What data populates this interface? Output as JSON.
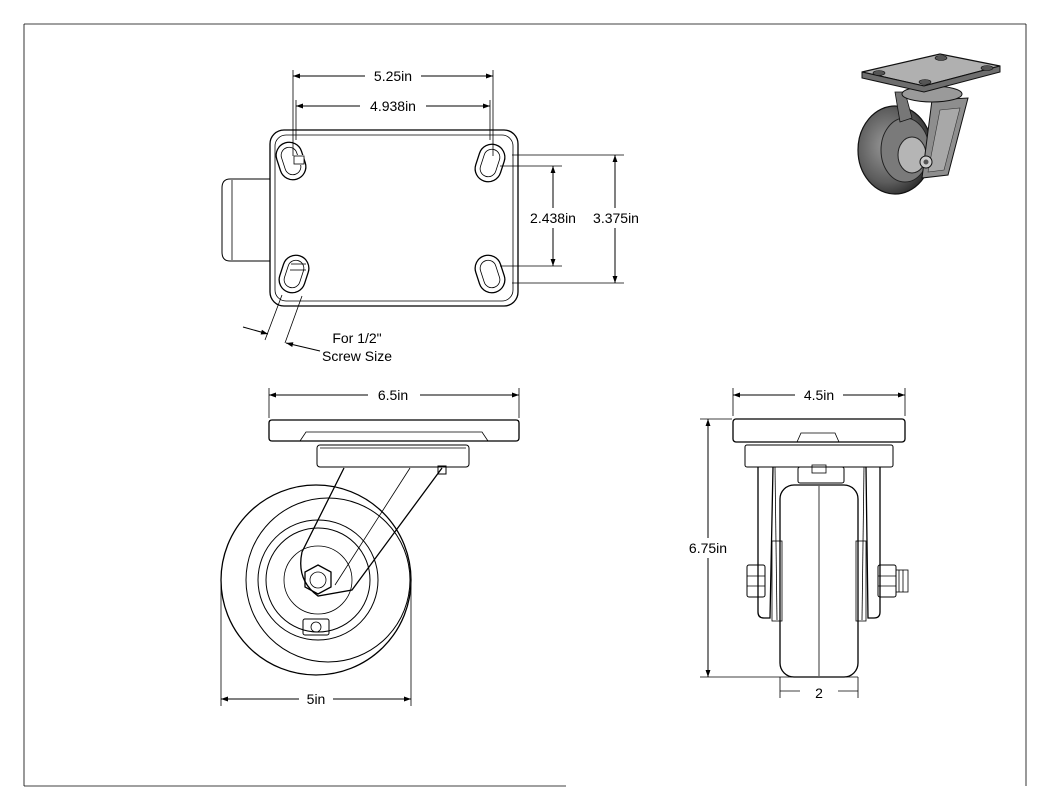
{
  "drawing": {
    "top_view": {
      "dim_bolt_outer": "5.25in",
      "dim_bolt_inner": "4.938in",
      "dim_bolt_vertical": "2.438in",
      "dim_plate_height": "3.375in",
      "screw_note_line1": "For 1/2\"",
      "screw_note_line2": "Screw Size"
    },
    "side_view": {
      "dim_plate_width": "6.5in",
      "dim_wheel_diameter": "5in"
    },
    "front_view": {
      "dim_plate_width": "4.5in",
      "dim_overall_height": "6.75in",
      "dim_wheel_width_partial": "2"
    }
  }
}
